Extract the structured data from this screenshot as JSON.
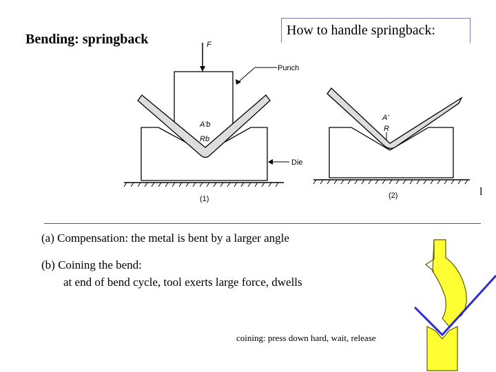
{
  "slide": {
    "title": "Bending: springback",
    "callout_title": "How to handle springback:",
    "point_a": "(a) Compensation: the metal is bent by a larger angle",
    "point_b_heading": "(b) Coining the bend:",
    "point_b_detail": "at end of bend cycle, tool exerts large force, dwells",
    "coining_note": "coining: press down hard, wait, release",
    "stray_mark": "l"
  },
  "figure": {
    "force_label": "F",
    "punch_label": "Punch",
    "die_label": "Die",
    "stage1_label": "(1)",
    "stage2_label": "(2)",
    "angle_label_1": "A'b",
    "radius_label_1": "Rb",
    "angle_label_2": "A'",
    "radius_label_2": "R"
  },
  "colors": {
    "tool_fill": "#ffff33",
    "tool_outline": "#5a5a00",
    "vee_line": "#2b2bd6",
    "box_border": "#7a7aa8"
  }
}
